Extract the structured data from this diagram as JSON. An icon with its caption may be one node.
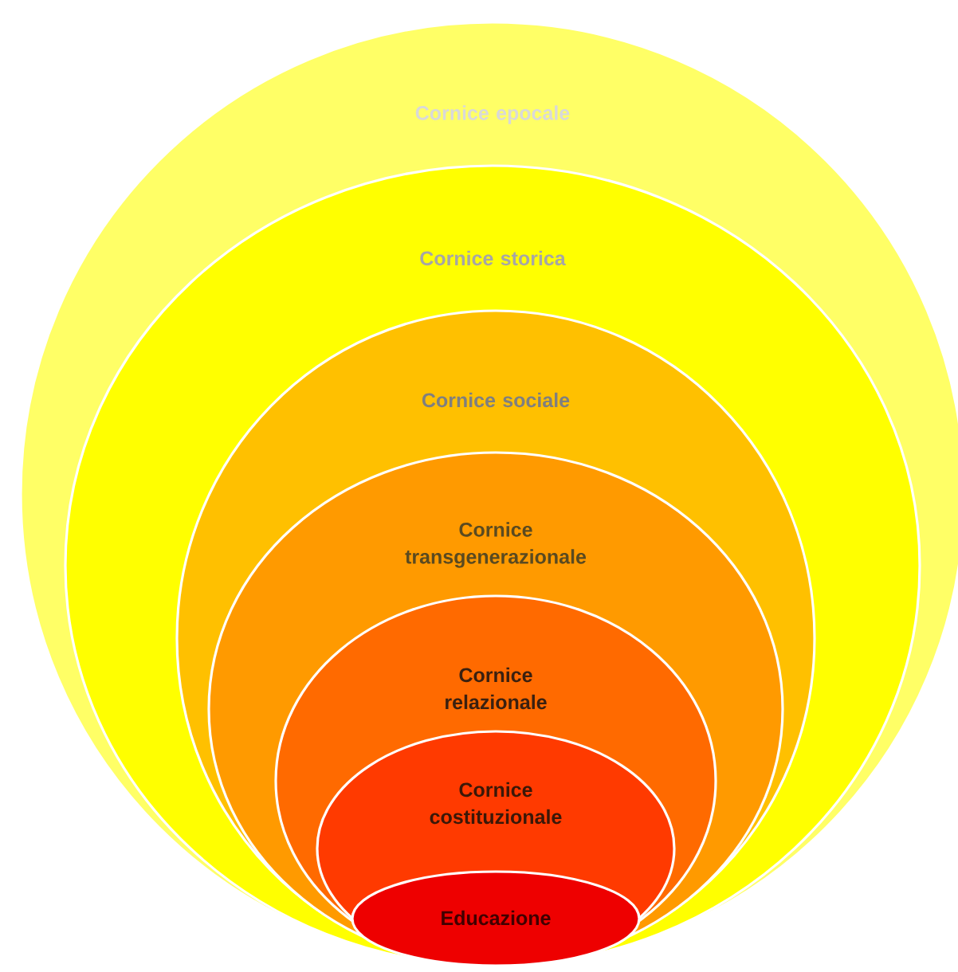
{
  "diagram": {
    "nodes": [
      {
        "text": [
          "Cornice epocale"
        ]
      },
      {
        "text": [
          "Cornice storica"
        ],
        "in": 0
      },
      {
        "text": [
          "Cornice sociale"
        ],
        "in": 1
      },
      {
        "text": [
          "Cornice transgenerazionale"
        ],
        "in": 2
      },
      {
        "text": [
          "Cornice relazionale"
        ],
        "in": 3
      },
      {
        "text": [
          "Cornice costituzionale"
        ],
        "in": 4
      },
      {
        "text": [
          "Educazione"
        ],
        "in": 5
      }
    ]
  }
}
